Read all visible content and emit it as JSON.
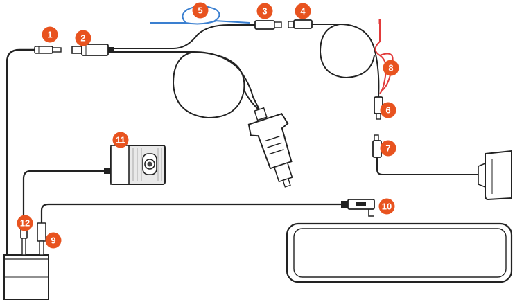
{
  "colors": {
    "badge": "#e8531f",
    "cable": "#222222",
    "blue_wire": "#3a7fd0",
    "red_wire": "#e23a3a",
    "connector_fill": "#ffffff",
    "device_fill": "#ffffff",
    "camera_body": "#e9e9e9"
  },
  "badges": [
    {
      "id": "b1",
      "label": "1"
    },
    {
      "id": "b2",
      "label": "2"
    },
    {
      "id": "b3",
      "label": "3"
    },
    {
      "id": "b4",
      "label": "4"
    },
    {
      "id": "b5",
      "label": "5"
    },
    {
      "id": "b6",
      "label": "6"
    },
    {
      "id": "b7",
      "label": "7"
    },
    {
      "id": "b8",
      "label": "8"
    },
    {
      "id": "b9",
      "label": "9"
    },
    {
      "id": "b10",
      "label": "10"
    },
    {
      "id": "b11",
      "label": "11"
    },
    {
      "id": "b12",
      "label": "12"
    }
  ]
}
